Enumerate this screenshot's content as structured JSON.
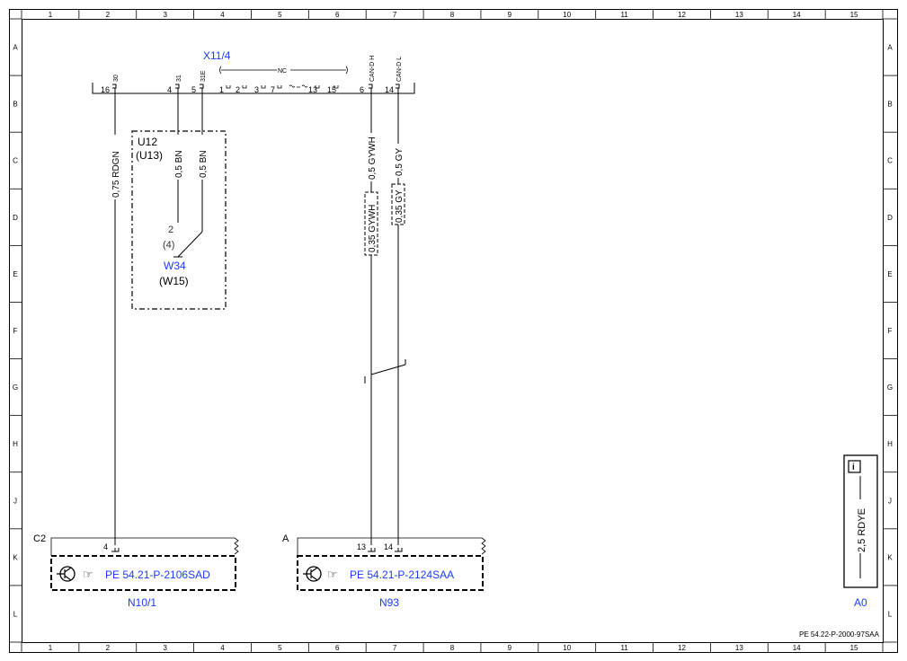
{
  "grid": {
    "columns": [
      "1",
      "2",
      "3",
      "4",
      "5",
      "6",
      "7",
      "8",
      "9",
      "10",
      "11",
      "12",
      "13",
      "14",
      "15"
    ],
    "rows": [
      "A",
      "B",
      "C",
      "D",
      "E",
      "F",
      "G",
      "H",
      "J",
      "K",
      "L"
    ]
  },
  "connector_top": {
    "name": "X11/4",
    "pin_30": "30",
    "pin_16": "16",
    "pin_31": "31",
    "pin_4": "4",
    "pin_31E": "31E",
    "pin_5": "5",
    "nc_label": "NC",
    "nc_pins": [
      "1",
      "2",
      "3",
      "7",
      "13",
      "15"
    ],
    "can_h_label": "CAN-D H",
    "pin_6": "6",
    "can_l_label": "CAN-D L",
    "pin_14": "14"
  },
  "module_box": {
    "name": "U12",
    "alt": "(U13)",
    "ground_name": "W34",
    "ground_alt": "(W15)",
    "pin": "2",
    "pin_alt": "(4)"
  },
  "wires": {
    "w1": "0,75 RDGN",
    "w2": "0,5 BN",
    "w3": "0,5 BN",
    "w4": "0,5 GYWH",
    "w5": "0,5 GY",
    "w4_twisted": "0,35 GYWH",
    "w5_twisted": "0,35 GY"
  },
  "unit_left": {
    "conn": "C2",
    "pin": "4",
    "ref": "PE 54.21-P-2106SAD",
    "name": "N10/1"
  },
  "unit_right": {
    "conn": "A",
    "pin_13": "13",
    "pin_14": "14",
    "ref": "PE 54.21-P-2124SAA",
    "name": "N93"
  },
  "legend": {
    "icon": "info-icon",
    "wire": "2,5 RDYE",
    "name": "A0"
  },
  "footer": "PE 54.22-P-2000-97SAA",
  "colors": {
    "link": "#1a3cff",
    "ink": "#000000"
  }
}
